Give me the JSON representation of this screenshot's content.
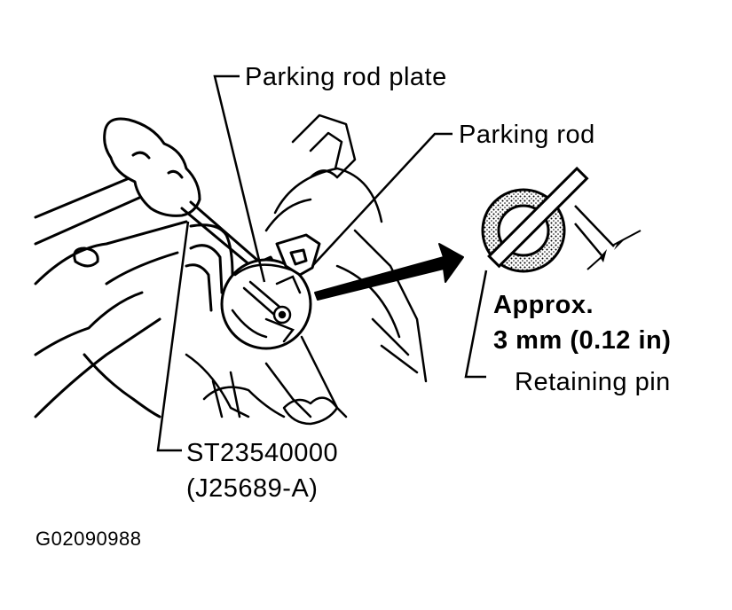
{
  "labels": {
    "parking_rod_plate": "Parking rod plate",
    "parking_rod": "Parking rod",
    "approx_title": "Approx.",
    "approx_value": "3 mm (0.12 in)",
    "retaining_pin": "Retaining pin",
    "tool_number": "ST23540000",
    "tool_alt": "(J25689-A)",
    "figure_id": "G02090988"
  },
  "colors": {
    "ink": "#000000",
    "paper": "#ffffff"
  }
}
